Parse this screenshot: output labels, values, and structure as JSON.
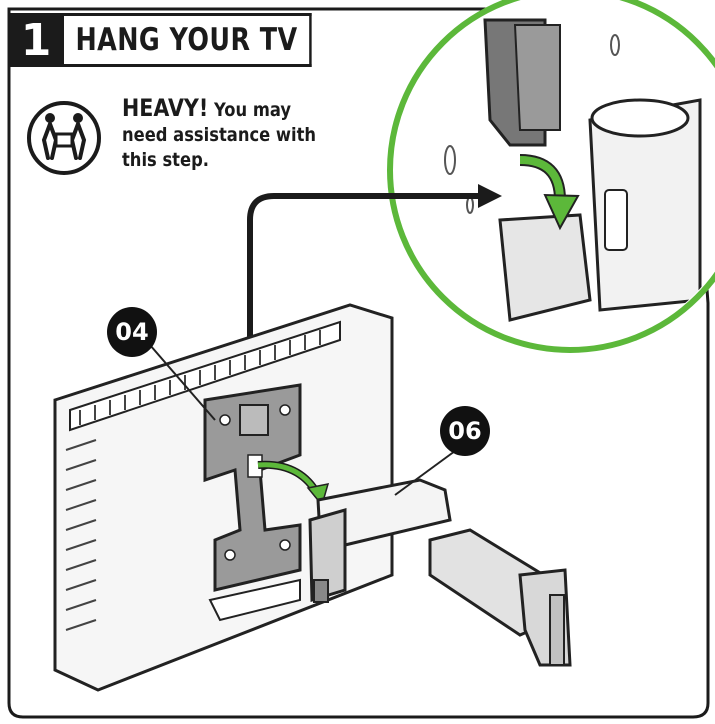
{
  "step": {
    "number": "1",
    "title": "HANG YOUR TV"
  },
  "warning": {
    "icon": "two-person-lift-icon",
    "heading": "HEAVY!",
    "message": "You may need assistance with this step."
  },
  "callouts": {
    "bracket": "04",
    "arm": "06"
  },
  "colors": {
    "ink": "#1b1b1b",
    "accent_green": "#5cb83a",
    "part_gray": "#8a8a8a"
  }
}
